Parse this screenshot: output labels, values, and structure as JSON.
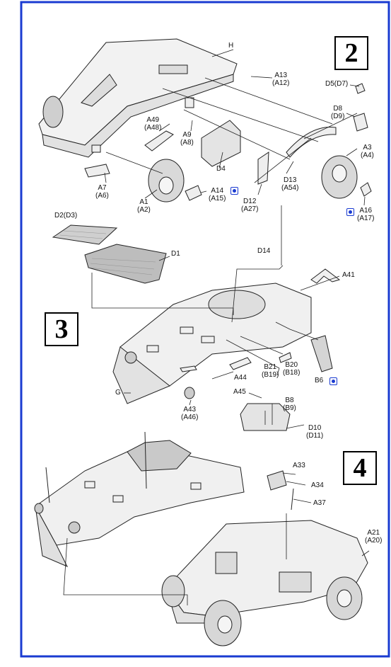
{
  "steps": [
    {
      "number": "2"
    },
    {
      "number": "3"
    },
    {
      "number": "4"
    }
  ],
  "part_labels": [
    {
      "id": "H",
      "line1": "H",
      "line2": ""
    },
    {
      "id": "A13",
      "line1": "A13",
      "line2": "(A12)"
    },
    {
      "id": "D5",
      "line1": "D5(D7)",
      "line2": ""
    },
    {
      "id": "D8",
      "line1": "D8",
      "line2": "(D9)"
    },
    {
      "id": "A49",
      "line1": "A49",
      "line2": "(A48)"
    },
    {
      "id": "A9",
      "line1": "A9",
      "line2": "(A8)"
    },
    {
      "id": "D4",
      "line1": "D4",
      "line2": ""
    },
    {
      "id": "A3",
      "line1": "A3",
      "line2": "(A4)"
    },
    {
      "id": "D13",
      "line1": "D13",
      "line2": "(A54)"
    },
    {
      "id": "A7",
      "line1": "A7",
      "line2": "(A6)"
    },
    {
      "id": "A14",
      "line1": "A14",
      "line2": "(A15)"
    },
    {
      "id": "A1",
      "line1": "A1",
      "line2": "(A2)"
    },
    {
      "id": "D12",
      "line1": "D12",
      "line2": "(A27)"
    },
    {
      "id": "A16",
      "line1": "A16",
      "line2": "(A17)"
    },
    {
      "id": "D2",
      "line1": "D2(D3)",
      "line2": ""
    },
    {
      "id": "D1",
      "line1": "D1",
      "line2": ""
    },
    {
      "id": "D14",
      "line1": "D14",
      "line2": ""
    },
    {
      "id": "A41",
      "line1": "A41",
      "line2": ""
    },
    {
      "id": "B21",
      "line1": "B21",
      "line2": "(B19)"
    },
    {
      "id": "B20",
      "line1": "B20",
      "line2": "(B18)"
    },
    {
      "id": "B6",
      "line1": "B6",
      "line2": ""
    },
    {
      "id": "A44",
      "line1": "A44",
      "line2": ""
    },
    {
      "id": "G",
      "line1": "G",
      "line2": ""
    },
    {
      "id": "A45",
      "line1": "A45",
      "line2": ""
    },
    {
      "id": "B8",
      "line1": "B8",
      "line2": "(B9)"
    },
    {
      "id": "A43",
      "line1": "A43",
      "line2": "(A46)"
    },
    {
      "id": "D10",
      "line1": "D10",
      "line2": "(D11)"
    },
    {
      "id": "A33",
      "line1": "A33",
      "line2": ""
    },
    {
      "id": "A34",
      "line1": "A34",
      "line2": ""
    },
    {
      "id": "A37",
      "line1": "A37",
      "line2": ""
    },
    {
      "id": "A21",
      "line1": "A21",
      "line2": "(A20)"
    }
  ],
  "colors": {
    "frame": "#1a3bd1",
    "paint_symbol": "#1a3bd1",
    "line": "#222222"
  }
}
